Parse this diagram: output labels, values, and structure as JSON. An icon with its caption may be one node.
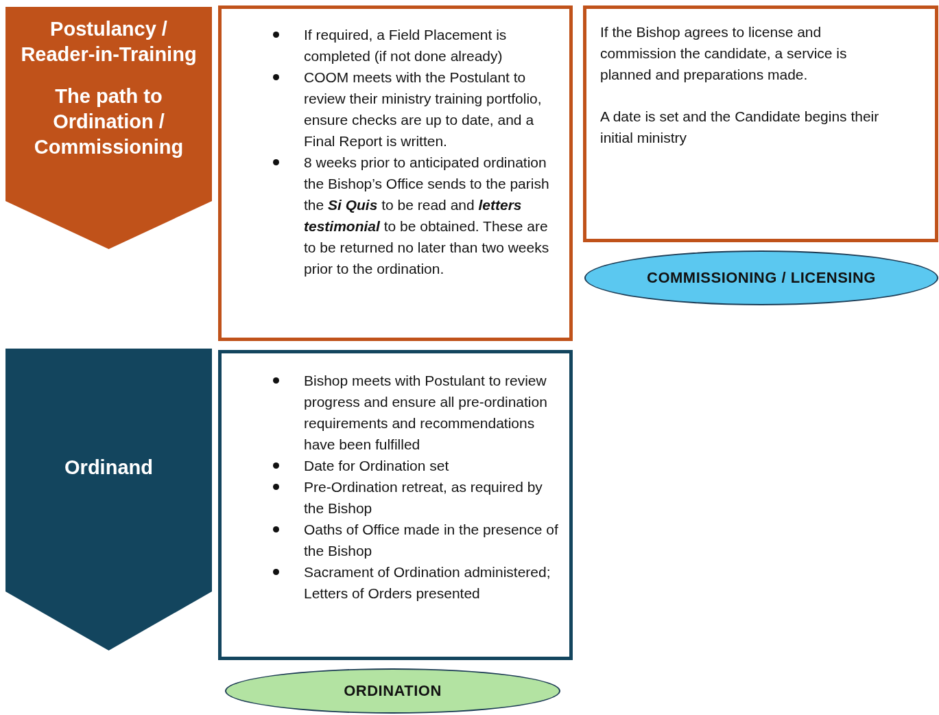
{
  "diagram": {
    "nodes": [
      {
        "text": [
          "Postulancy / Reader-in-Training",
          "The path to Ordination / Commissioning"
        ]
      },
      {
        "text": [
          "If required, a Field Placement is completed (if not done already)",
          "COOM meets with the Postulant to review their ministry training portfolio, ensure checks are up to date, and a Final Report is written.",
          "8 weeks prior to anticipated ordination the Bishop’s Office sends to the parish the **Si Quis** to be read and **letters testimonial** to be obtained. These are to be returned no later than two weeks prior to the ordination."
        ]
      },
      {
        "text": [
          "If the Bishop agrees to license and commission the candidate, a service is planned and preparations made.",
          "A date is set and the Candidate begins their initial ministry"
        ]
      },
      {
        "text": [
          "COMMISSIONING / LICENSING"
        ]
      },
      {
        "text": [
          "Ordinand"
        ]
      },
      {
        "text": [
          "Bishop meets with Postulant to review progress and ensure all pre-ordination requirements and recommendations have been fulfilled",
          "Date for Ordination set",
          "Pre-Ordination retreat, as required by the Bishop",
          "Oaths of Office made in the presence of the Bishop",
          "Sacrament of Ordination administered; Letters of Orders presented"
        ]
      },
      {
        "text": [
          "ORDINATION"
        ]
      }
    ]
  }
}
